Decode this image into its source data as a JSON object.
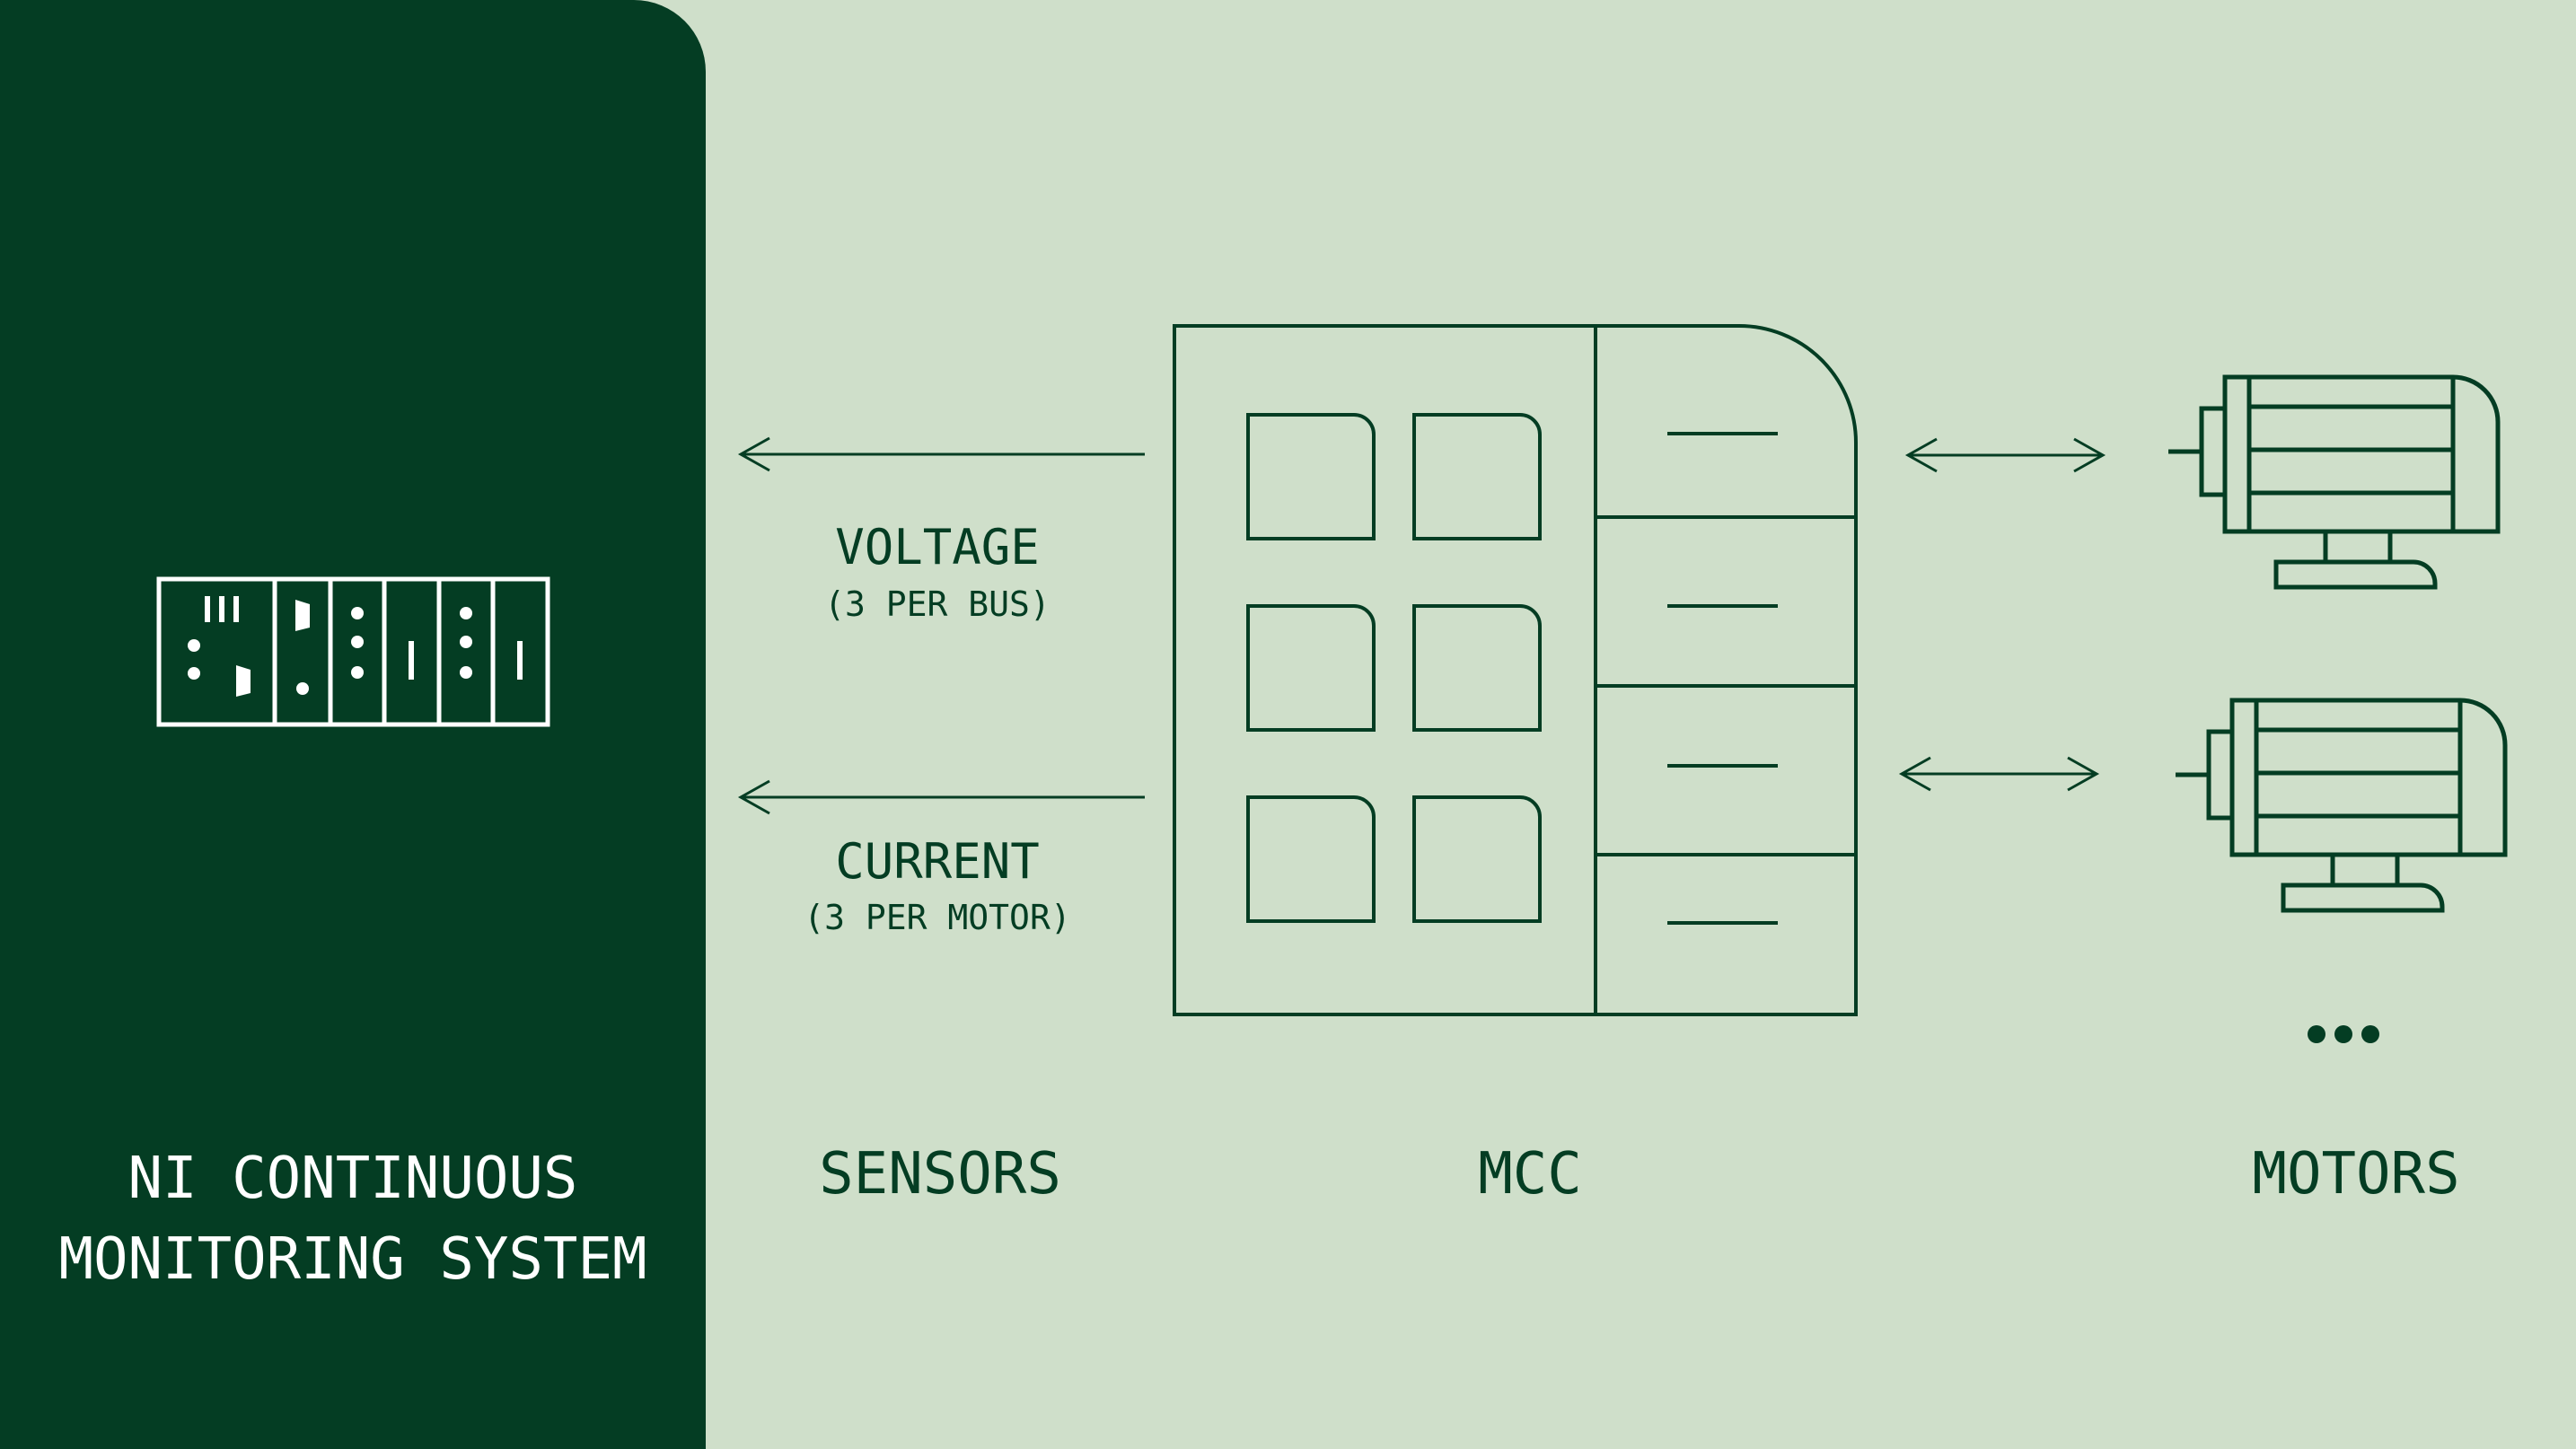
{
  "colors": {
    "background": "#cfdfca",
    "panel": "#043d23",
    "stroke": "#043d23",
    "panel_text": "#ffffff"
  },
  "system": {
    "title_line1": "NI CONTINUOUS",
    "title_line2": "MONITORING SYSTEM",
    "icon": "modular-chassis-icon"
  },
  "sensors": {
    "title": "SENSORS",
    "voltage_label": "VOLTAGE",
    "voltage_note": "(3 PER BUS)",
    "current_label": "CURRENT",
    "current_note": "(3 PER MOTOR)"
  },
  "mcc": {
    "title": "MCC",
    "icon": "motor-control-center-icon"
  },
  "motors": {
    "title": "MOTORS",
    "icon": "electric-motor-icon",
    "more_indicator_icon": "ellipsis-icon"
  }
}
